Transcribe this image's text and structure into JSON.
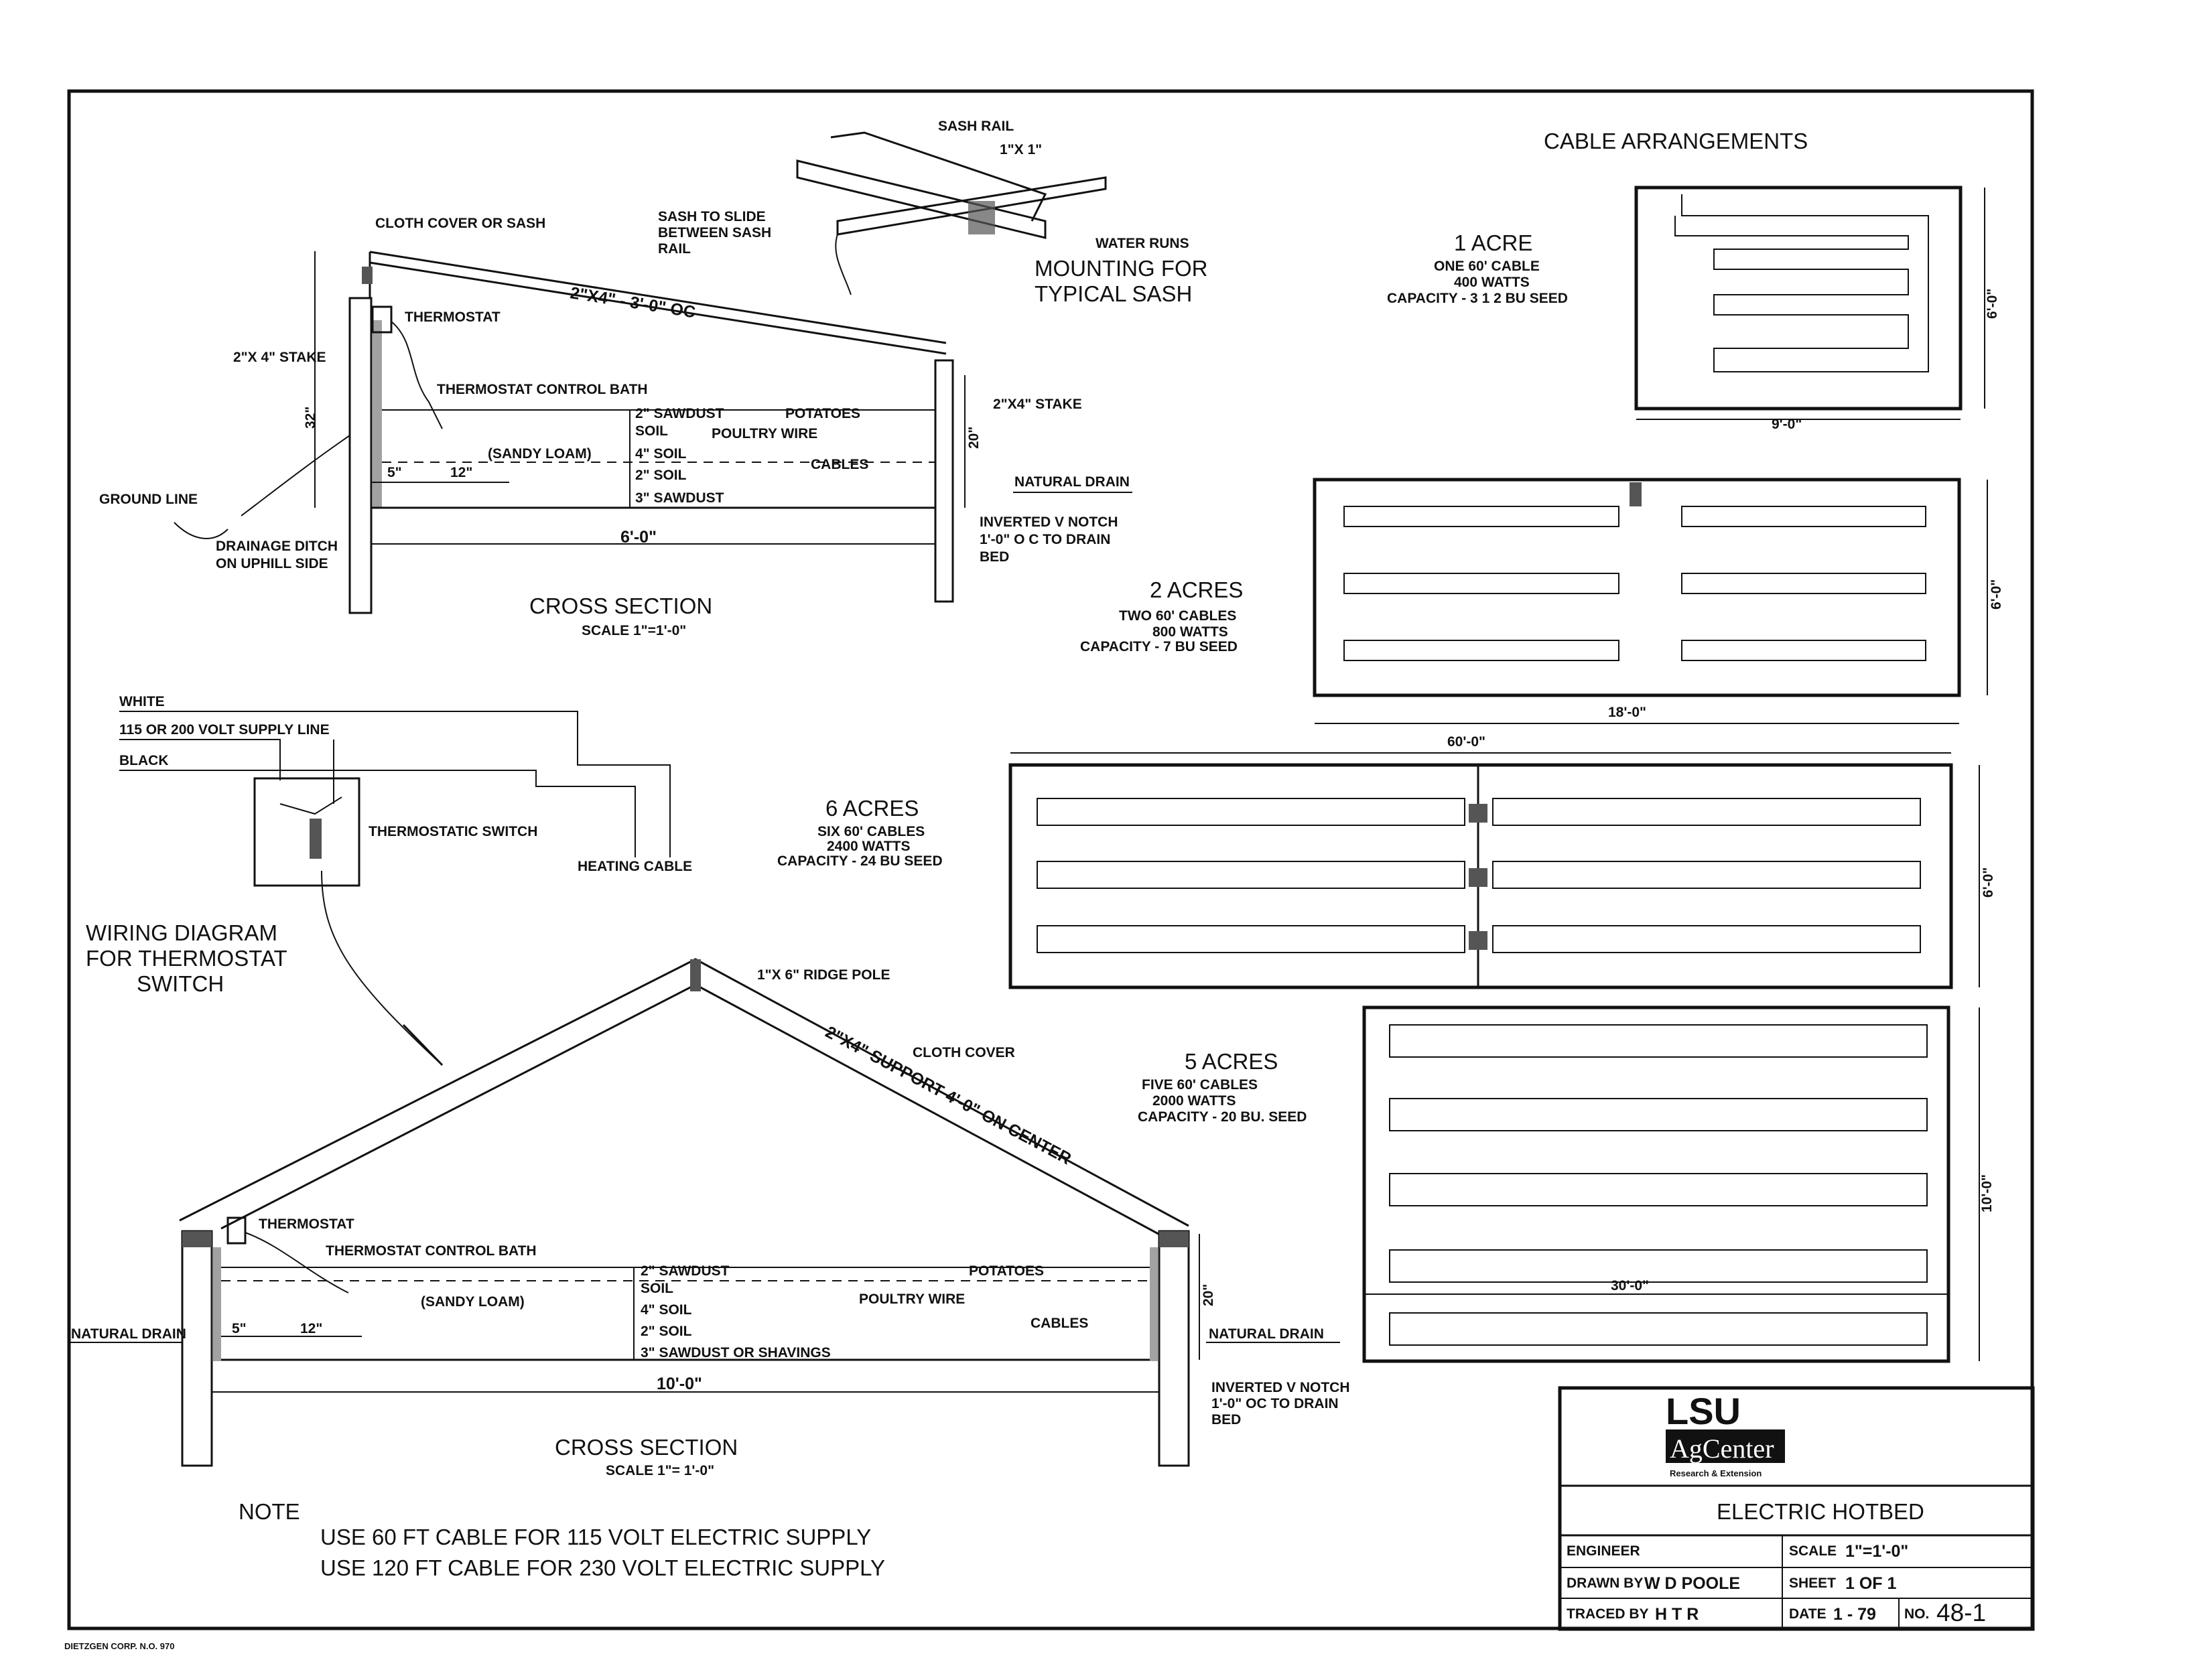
{
  "cross_section_top": {
    "cloth_cover": "CLOTH COVER OR SASH",
    "sash_slide": [
      "SASH TO SLIDE",
      "BETWEEN SASH",
      "RAIL"
    ],
    "rafter": "2\"X4\" - 3'-0\" OC",
    "thermostat": "THERMOSTAT",
    "stake_left": "2\"X 4\" STAKE",
    "stake_right": "2\"X4\" STAKE",
    "control_bath": "THERMOSTAT CONTROL BATH",
    "sawdust_top": "2\" SAWDUST",
    "potatoes": "POTATOES",
    "soil": "SOIL",
    "poultry_wire": "POULTRY WIRE",
    "sandy_loam": "(SANDY LOAM)",
    "soil_4": "4\" SOIL",
    "soil_2": "2\" SOIL",
    "sawdust_3": "3\" SAWDUST",
    "cables": "CABLES",
    "dim_5": "5\"",
    "dim_12": "12\"",
    "dim_32": "32\"",
    "dim_20": "20\"",
    "dim_width": "6'-0\"",
    "ground_line": "GROUND LINE",
    "drainage": [
      "DRAINAGE DITCH",
      "ON UPHILL SIDE"
    ],
    "natural_drain": "NATURAL DRAIN",
    "notch": [
      "INVERTED V NOTCH",
      "1'-0\" O C TO DRAIN",
      "BED"
    ],
    "title": "CROSS SECTION",
    "scale": "SCALE 1\"=1'-0\""
  },
  "sash_detail": {
    "sash_rail": "SASH RAIL",
    "size": "1\"X 1\"",
    "water_runs": "WATER RUNS",
    "title": [
      "MOUNTING FOR",
      "TYPICAL SASH"
    ]
  },
  "wiring": {
    "white": "WHITE",
    "supply": "115 OR 200 VOLT SUPPLY LINE",
    "black": "BLACK",
    "switch": "THERMOSTATIC SWITCH",
    "heating_cable": "HEATING CABLE",
    "title": [
      "WIRING DIAGRAM",
      "FOR THERMOSTAT",
      "SWITCH"
    ]
  },
  "cross_section_bottom": {
    "ridge_pole": "1\"X 6\" RIDGE POLE",
    "cloth_cover": "CLOTH COVER",
    "support": "2\"X4\" SUPPORT 4'-0\" ON CENTER",
    "thermostat": "THERMOSTAT",
    "control_bath": "THERMOSTAT CONTROL BATH",
    "sawdust_top": "2\" SAWDUST",
    "soil": "SOIL",
    "potatoes": "POTATOES",
    "sandy_loam": "(SANDY LOAM)",
    "poultry_wire": "POULTRY WIRE",
    "soil_4": "4\" SOIL",
    "soil_2": "2\" SOIL",
    "sawdust_3": "3\" SAWDUST OR SHAVINGS",
    "cables": "CABLES",
    "dim_5": "5\"",
    "dim_12": "12\"",
    "dim_20": "20\"",
    "natural_drain_left": "NATURAL DRAIN",
    "natural_drain_right": "NATURAL DRAIN",
    "notch": [
      "INVERTED V NOTCH",
      "1'-0\" OC TO DRAIN",
      "BED"
    ],
    "dim_width": "10'-0\"",
    "title": "CROSS SECTION",
    "scale": "SCALE 1\"= 1'-0\""
  },
  "cable_arrangements": {
    "title": "CABLE ARRANGEMENTS",
    "acre1": {
      "name": "1 ACRE",
      "lines": [
        "ONE 60' CABLE",
        "400 WATTS",
        "CAPACITY - 3 1 2 BU SEED"
      ],
      "dim_w": "9'-0\"",
      "dim_h": "6'-0\""
    },
    "acre2": {
      "name": "2 ACRES",
      "lines": [
        "TWO 60' CABLES",
        "800 WATTS",
        "CAPACITY - 7 BU SEED"
      ],
      "dim_w": "18'-0\"",
      "dim_h": "6'-0\""
    },
    "acre6": {
      "name": "6 ACRES",
      "lines": [
        "SIX 60' CABLES",
        "2400 WATTS",
        "CAPACITY - 24 BU SEED"
      ],
      "dim_w": "60'-0\"",
      "dim_h": "6'-0\""
    },
    "acre5": {
      "name": "5 ACRES",
      "lines": [
        "FIVE 60' CABLES",
        "2000 WATTS",
        "CAPACITY - 20 BU. SEED"
      ],
      "dim_w": "30'-0\"",
      "dim_h": "10'-0\""
    }
  },
  "note": {
    "heading": "NOTE",
    "line1": "USE 60 FT CABLE FOR 115 VOLT ELECTRIC SUPPLY",
    "line2": "USE 120 FT CABLE FOR 230 VOLT ELECTRIC SUPPLY"
  },
  "title_block": {
    "logo_top": "LSU",
    "logo_bottom": "AgCenter",
    "logo_sub": "Research & Extension",
    "title": "ELECTRIC HOTBED",
    "engineer_label": "ENGINEER",
    "scale_label": "SCALE",
    "scale_value": "1\"=1'-0\"",
    "drawn_label": "DRAWN BY",
    "drawn_value": "W D POOLE",
    "sheet_label": "SHEET",
    "sheet_value": "1 OF 1",
    "traced_label": "TRACED BY",
    "traced_value": "H T R",
    "date_label": "DATE",
    "date_value": "1 - 79",
    "no_label": "NO.",
    "no_value": "48-1"
  },
  "printer_mark": "DIETZGEN CORP. N.O. 970"
}
